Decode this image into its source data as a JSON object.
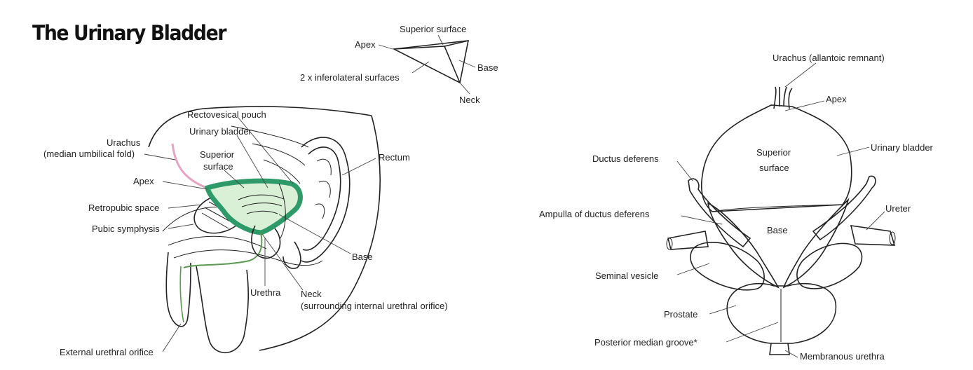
{
  "title": "The Urinary Bladder",
  "orientation_diagram": {
    "superior_surface": "Superior surface",
    "apex": "Apex",
    "base": "Base",
    "inferolateral": "2 x inferolateral surfaces",
    "neck": "Neck"
  },
  "sagittal_section": {
    "rectovesical_pouch": "Rectovesical pouch",
    "urinary_bladder": "Urinary bladder",
    "urachus_line1": "Urachus",
    "urachus_line2": "(median umbilical fold)",
    "superior_surface_line1": "Superior",
    "superior_surface_line2": "surface",
    "rectum": "Rectum",
    "apex": "Apex",
    "retropubic_space": "Retropubic space",
    "pubic_symphysis": "Pubic symphysis",
    "base": "Base",
    "urethra": "Urethra",
    "neck_line1": "Neck",
    "neck_line2": "(surrounding internal urethral orifice)",
    "external_urethral_orifice": "External urethral orifice"
  },
  "posterior_view": {
    "urachus": "Urachus (allantoic remnant)",
    "apex": "Apex",
    "urinary_bladder": "Urinary bladder",
    "ductus_deferens": "Ductus deferens",
    "superior_surface_line1": "Superior",
    "superior_surface_line2": "surface",
    "ureter": "Ureter",
    "ampulla": "Ampulla of ductus deferens",
    "base": "Base",
    "seminal_vesicle": "Seminal vesicle",
    "prostate": "Prostate",
    "posterior_median_groove": "Posterior median groove*",
    "membranous_urethra": "Membranous urethra"
  },
  "colors": {
    "bladder_wall": "#2e9a6a",
    "bladder_fill": "#d9f0d6",
    "urachus": "#e6a3c4",
    "urethra": "#5a9a50"
  }
}
